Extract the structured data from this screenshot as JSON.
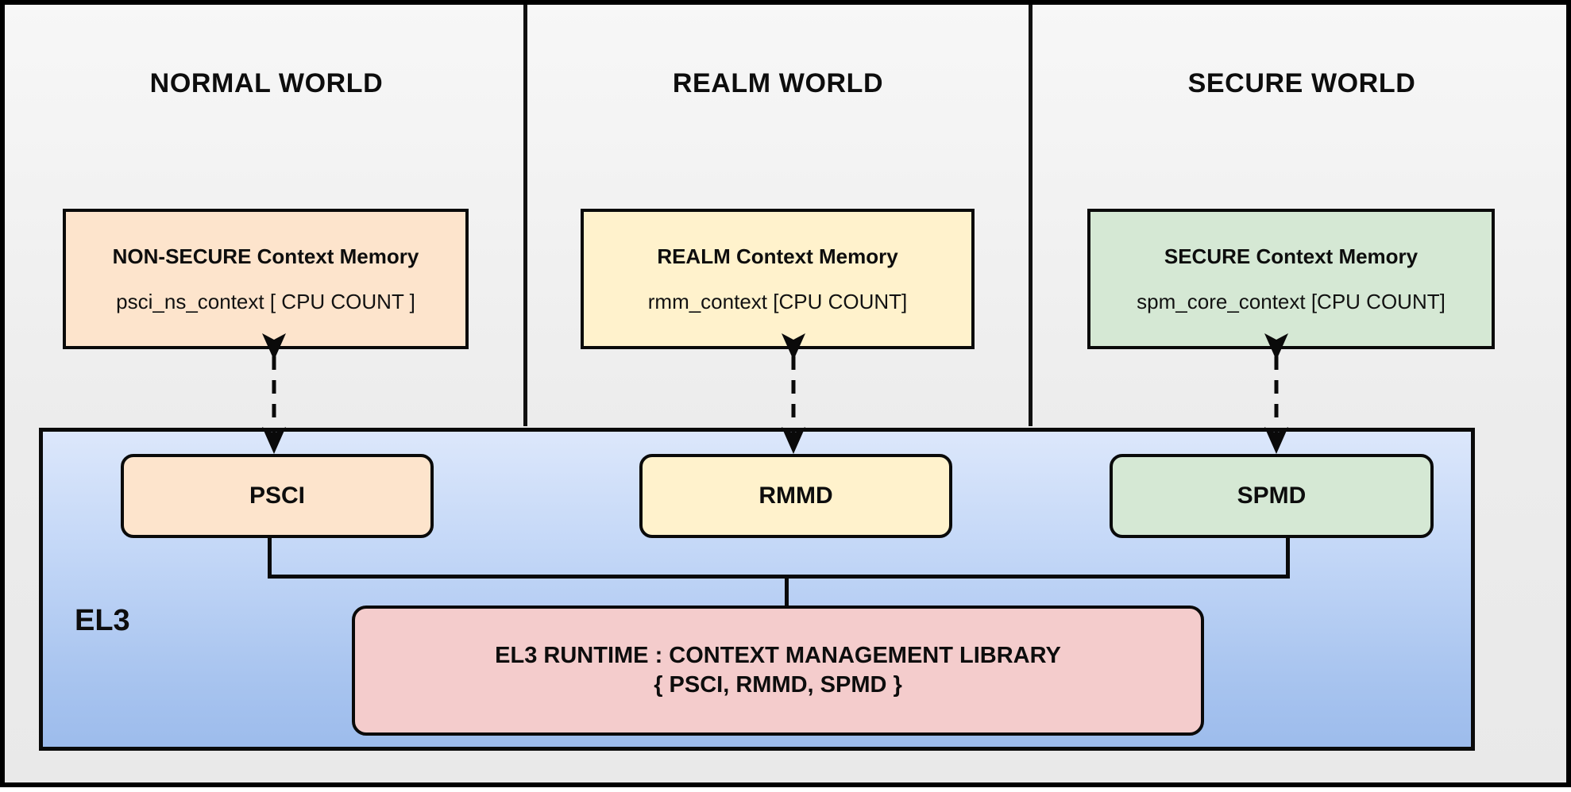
{
  "diagram": {
    "el3_label": "EL3",
    "worlds": [
      {
        "id": "normal",
        "title": "NORMAL WORLD",
        "context_box": {
          "title": "NON-SECURE Context Memory",
          "subtitle": "psci_ns_context  [ CPU COUNT ]",
          "fill": "#fde4cc"
        },
        "dispatcher": {
          "label": "PSCI",
          "fill": "#fde4cc"
        }
      },
      {
        "id": "realm",
        "title": "REALM WORLD",
        "context_box": {
          "title": "REALM Context Memory",
          "subtitle": "rmm_context [CPU COUNT]",
          "fill": "#fff2cc"
        },
        "dispatcher": {
          "label": "RMMD",
          "fill": "#fff2cc"
        }
      },
      {
        "id": "secure",
        "title": "SECURE WORLD",
        "context_box": {
          "title": "SECURE Context Memory",
          "subtitle": "spm_core_context  [CPU COUNT]",
          "fill": "#d5e8d4"
        },
        "dispatcher": {
          "label": "SPMD",
          "fill": "#d5e8d4"
        }
      }
    ],
    "runtime": {
      "line1": "EL3 RUNTIME : CONTEXT MANAGEMENT LIBRARY",
      "line2": "{ PSCI, RMMD, SPMD }",
      "fill": "#f4cccc"
    },
    "colors": {
      "border": "#0a0a0a",
      "el3_panel_top": "#dce7fb",
      "el3_panel_bottom": "#9dbcec",
      "page_background": "#efefef"
    }
  }
}
